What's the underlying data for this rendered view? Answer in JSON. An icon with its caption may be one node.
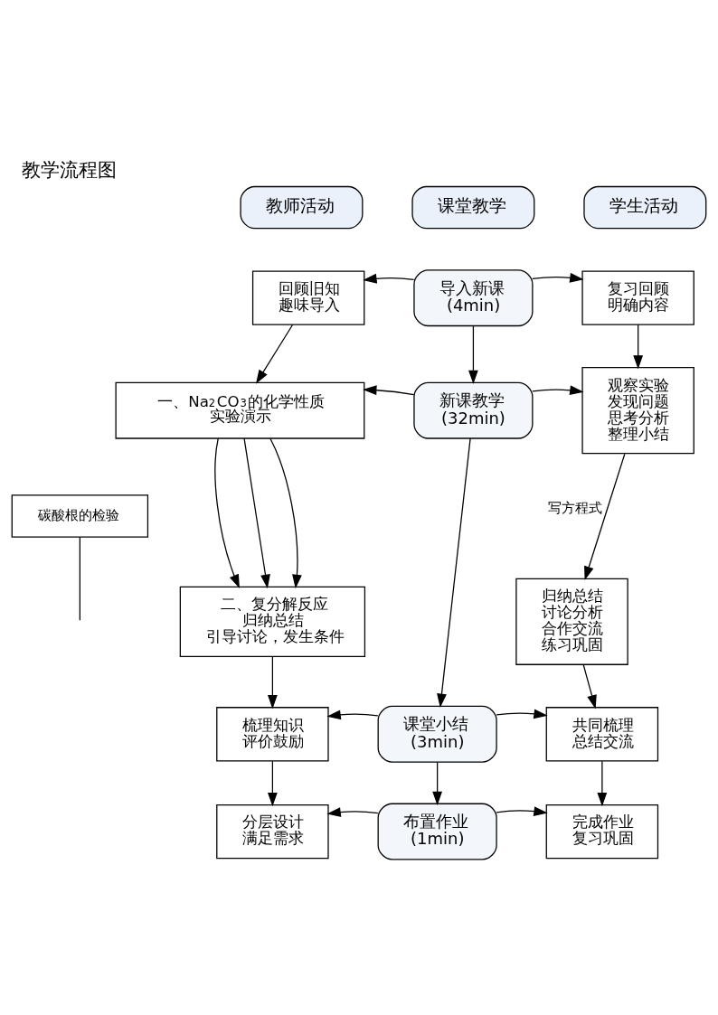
{
  "diagram": {
    "title": "教学流程图",
    "nodes": [
      {
        "text": [
          "课堂教学"
        ]
      },
      {
        "text": [
          "教师活动"
        ]
      },
      {
        "text": [
          "学生活动"
        ]
      },
      {
        "text": [
          "导入新课",
          "(4min)"
        ]
      },
      {
        "text": [
          "回顾旧知",
          "趣味导入"
        ]
      },
      {
        "text": [
          "复习回顾",
          "明确内容"
        ]
      },
      {
        "text": [
          "新课教学",
          "(32min)"
        ]
      },
      {
        "text": [
          "一、Na$_{2}$CO$_{3}$的化学性质",
          "实验演示"
        ]
      },
      {
        "text": [
          "观察实验",
          "发现问题",
          "思考分析",
          "整理小结"
        ]
      },
      {
        "text": [
          "碳酸根的检验"
        ]
      },
      {
        "text": [
          "二、复分解反应",
          "归纳总结",
          "引导讨论，发生条件"
        ]
      },
      {
        "text": [
          "归纳总结",
          "讨论分析",
          "合作交流",
          "练习巩固"
        ]
      },
      {
        "text": [
          "课堂小结",
          "(3min)"
        ]
      },
      {
        "text": [
          "梳理知识",
          "评价鼓励"
        ]
      },
      {
        "text": [
          "共同梳理",
          "总结交流"
        ]
      },
      {
        "text": [
          "布置作业",
          "(1min)"
        ]
      },
      {
        "text": [
          "分层设计",
          "满足需求"
        ]
      },
      {
        "text": [
          "完成作业",
          "复习巩固"
        ]
      }
    ],
    "edges": [
      {
        "from": 3,
        "to": 4,
        "arrow": "to"
      },
      {
        "from": 3,
        "to": 5,
        "arrow": "to"
      },
      {
        "from": 4,
        "to": 7,
        "arrow": "to"
      },
      {
        "from": 3,
        "to": 6,
        "arrow": "to"
      },
      {
        "from": 5,
        "to": 8,
        "arrow": "to"
      },
      {
        "from": 6,
        "to": 7,
        "arrow": "to"
      },
      {
        "from": 6,
        "to": 8,
        "arrow": "to"
      },
      {
        "from": 7,
        "to": 10,
        "arrow": "to"
      },
      {
        "from": 7,
        "to": 10,
        "arrow": "to"
      },
      {
        "from": 7,
        "to": 10,
        "arrow": "to"
      },
      {
        "from": 9,
        "to": null,
        "arrow": "none"
      },
      {
        "from": 8,
        "to": 11,
        "arrow": "to",
        "label": "写方程式"
      },
      {
        "from": 6,
        "to": 12,
        "arrow": "to"
      },
      {
        "from": 10,
        "to": 13,
        "arrow": "to"
      },
      {
        "from": 11,
        "to": 14,
        "arrow": "to"
      },
      {
        "from": 12,
        "to": 13,
        "arrow": "to"
      },
      {
        "from": 12,
        "to": 14,
        "arrow": "to"
      },
      {
        "from": 13,
        "to": 16,
        "arrow": "to"
      },
      {
        "from": 12,
        "to": 15,
        "arrow": "to"
      },
      {
        "from": 14,
        "to": 17,
        "arrow": "to"
      },
      {
        "from": 15,
        "to": 16,
        "arrow": "to"
      },
      {
        "from": 15,
        "to": 17,
        "arrow": "to"
      }
    ]
  }
}
